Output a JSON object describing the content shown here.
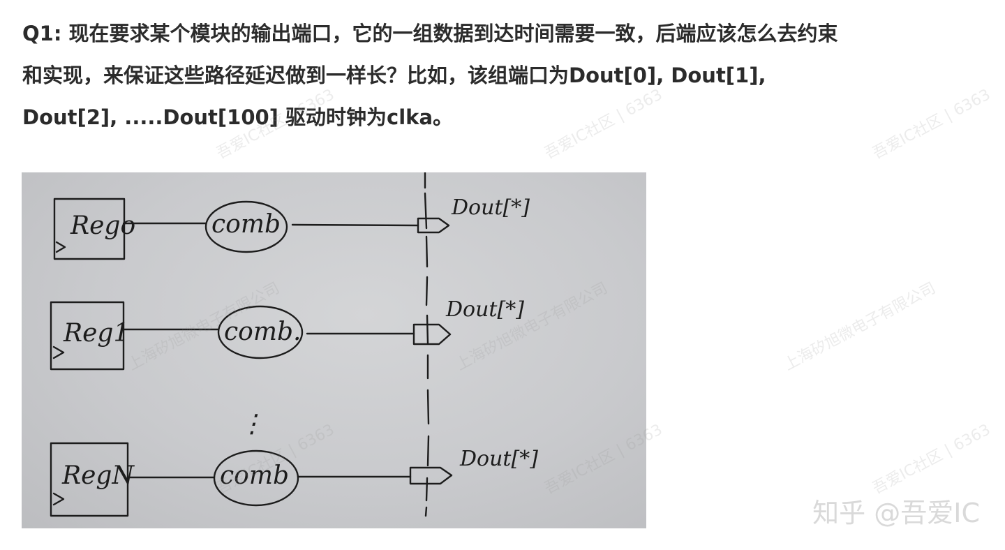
{
  "question": {
    "line1": "Q1: 现在要求某个模块的输出端口，它的一组数据到达时间需要一致，后端应该怎么去约束",
    "line2": "和实现，来保证这些路径延迟做到一样长？比如，该组端口为Dout[0], Dout[1],",
    "line3": "Dout[2], .....Dout[100] 驱动时钟为clka。"
  },
  "diagram": {
    "rows": [
      {
        "register": "Rego",
        "logic": "comb",
        "output": "Dout[*]"
      },
      {
        "register": "Reg1",
        "logic": "comb.",
        "output": "Dout[*]"
      },
      {
        "register": "RegN",
        "logic": "comb",
        "output": "Dout[*]"
      }
    ],
    "ellipsis": "⋮"
  },
  "watermarks": {
    "community": "吾爱IC社区 | 6363",
    "company": "上海矽旭微电子有限公司"
  },
  "brand": "知乎 @吾爱IC"
}
